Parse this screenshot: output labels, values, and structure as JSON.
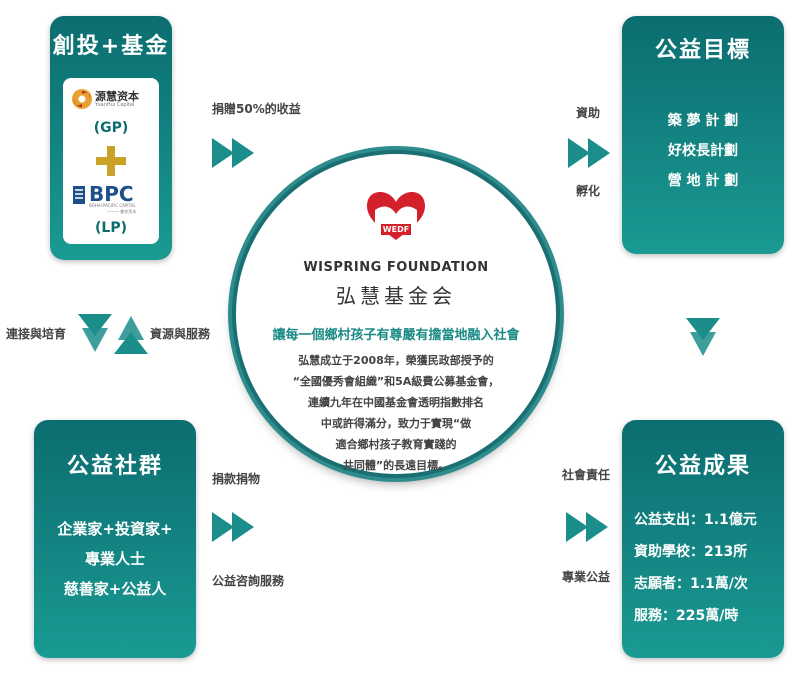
{
  "cards": {
    "top_left": {
      "title": "創投+基金",
      "gp_logo_text": "源慧资本",
      "gp_logo_sub": "YuanHui Capital",
      "gp_label": "(GP)",
      "lp_logo_text": "BPC",
      "lp_logo_sub": "BOHAI PACIFIC CAPITAL",
      "lp_logo_sub2": "——— 都亦资本",
      "lp_label": "(LP)"
    },
    "top_right": {
      "title": "公益目標",
      "lines": [
        "築 夢 計 劃",
        "好校長計劃",
        "營 地 計 劃"
      ]
    },
    "bottom_left": {
      "title": "公益社群",
      "lines": [
        "企業家+投資家+",
        "專業人士",
        "慈善家+公益人"
      ]
    },
    "bottom_right": {
      "title": "公益成果",
      "lines": [
        "公益支出：1.1億元",
        "資助學校：213所",
        "志願者：1.1萬/次",
        "服務：225萬/時"
      ]
    }
  },
  "labels": {
    "donate_profit": "捐贈50%的收益",
    "fund": "資助",
    "incubate": "孵化",
    "connect_train": "連接與培育",
    "resource_service": "資源與服務",
    "donate_goods": "捐款捐物",
    "consult_service": "公益咨詢服務",
    "social_responsibility": "社會責任",
    "professional_public": "專業公益"
  },
  "center": {
    "logo_badge": "WEDF",
    "org_en": "WISPRING FOUNDATION",
    "org_cn": "弘慧基金会",
    "slogan": "讓每一個鄉村孩子有尊嚴有擔當地融入社會",
    "body": [
      "弘慧成立于2008年，榮獲民政部授予的",
      "“全國優秀會組織”和5A級費公募基金會，",
      "連續九年在中國基金會透明指數排名",
      "中或許得滿分，致力于實現“做",
      "適合鄉村孩子教育實踐的",
      "共同體”的長遠目標。"
    ]
  },
  "colors": {
    "teal_dark": "#0c6d6f",
    "teal_light": "#1a9a93",
    "slogan": "#1a8a85",
    "arrow": "#1b8d8b",
    "logo_red": "#d4202a",
    "gold": "#c9a227"
  }
}
